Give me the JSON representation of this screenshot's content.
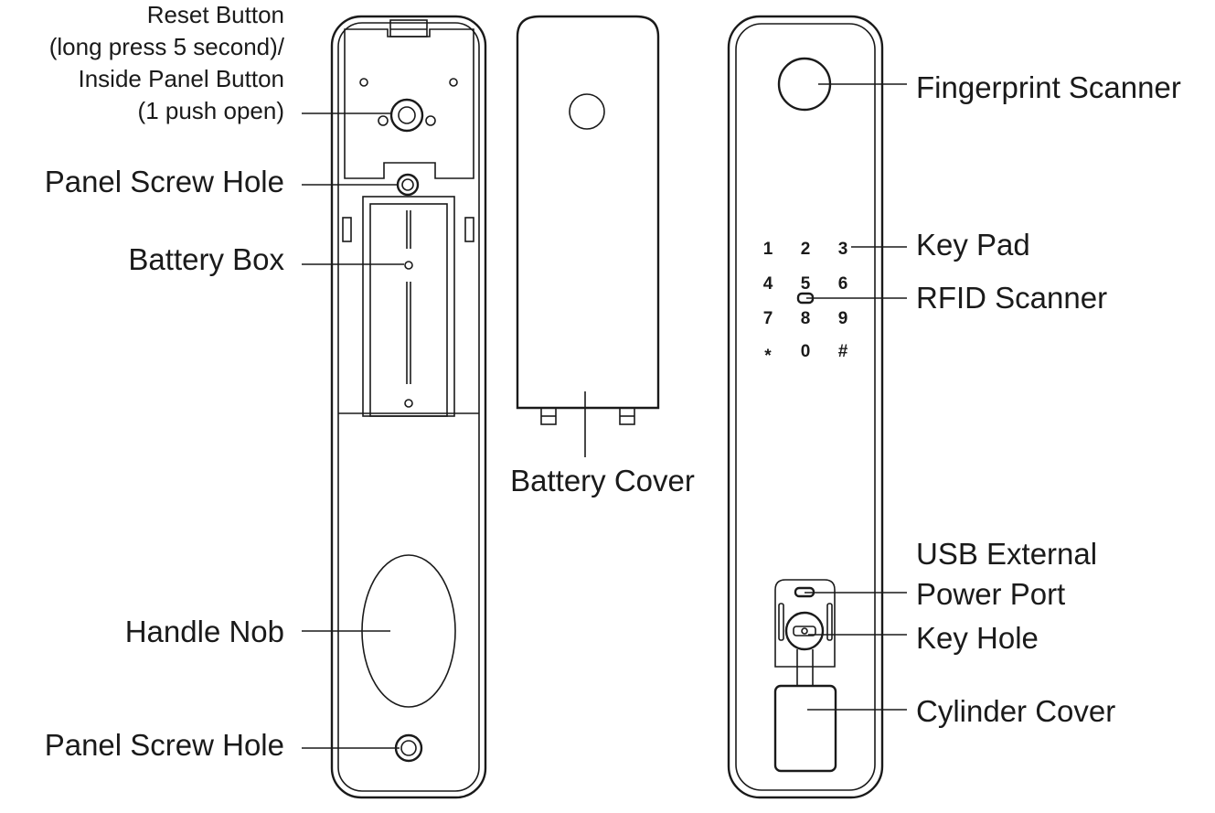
{
  "labels": {
    "reset_button": [
      "Reset Button",
      "(long press 5 second)/",
      "Inside Panel Button",
      "(1 push open)"
    ],
    "panel_screw_hole_top": "Panel Screw Hole",
    "battery_box": "Battery Box",
    "handle_nob": "Handle Nob",
    "panel_screw_hole_bottom": "Panel Screw Hole",
    "battery_cover": "Battery Cover",
    "fingerprint_scanner": "Fingerprint Scanner",
    "key_pad": "Key Pad",
    "rfid_scanner": "RFID Scanner",
    "usb_port": [
      "USB External",
      "Power Port"
    ],
    "key_hole": "Key Hole",
    "cylinder_cover": "Cylinder Cover"
  },
  "keypad": {
    "row1": [
      "1",
      "2",
      "3"
    ],
    "row2": [
      "4",
      "5",
      "6"
    ],
    "row3": [
      "7",
      "8",
      "9"
    ],
    "row4": [
      "*",
      "0",
      "#"
    ]
  }
}
